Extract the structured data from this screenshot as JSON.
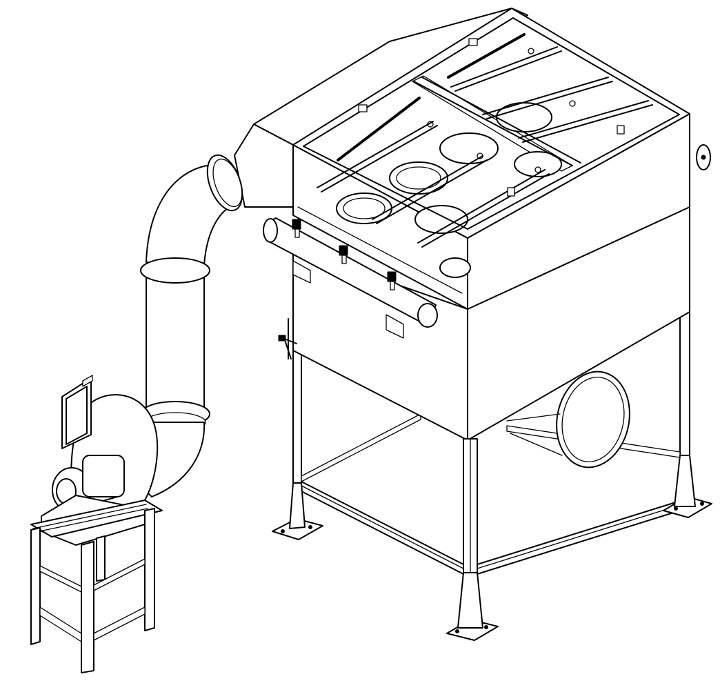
{
  "drawing": {
    "background_color": "#ffffff",
    "line_color": "#000000",
    "style": "isometric line drawing",
    "components": [
      "dust-collector-housing",
      "filter-chamber-top",
      "filter-cartridge-openings",
      "pulse-jet-blowpipes",
      "compressed-air-header",
      "diaphragm-valves",
      "inlet-plenum-hood",
      "ducting-elbows",
      "centrifugal-fan",
      "fan-motor",
      "fan-stand",
      "support-legs",
      "base-plates",
      "round-inlet-port"
    ]
  }
}
